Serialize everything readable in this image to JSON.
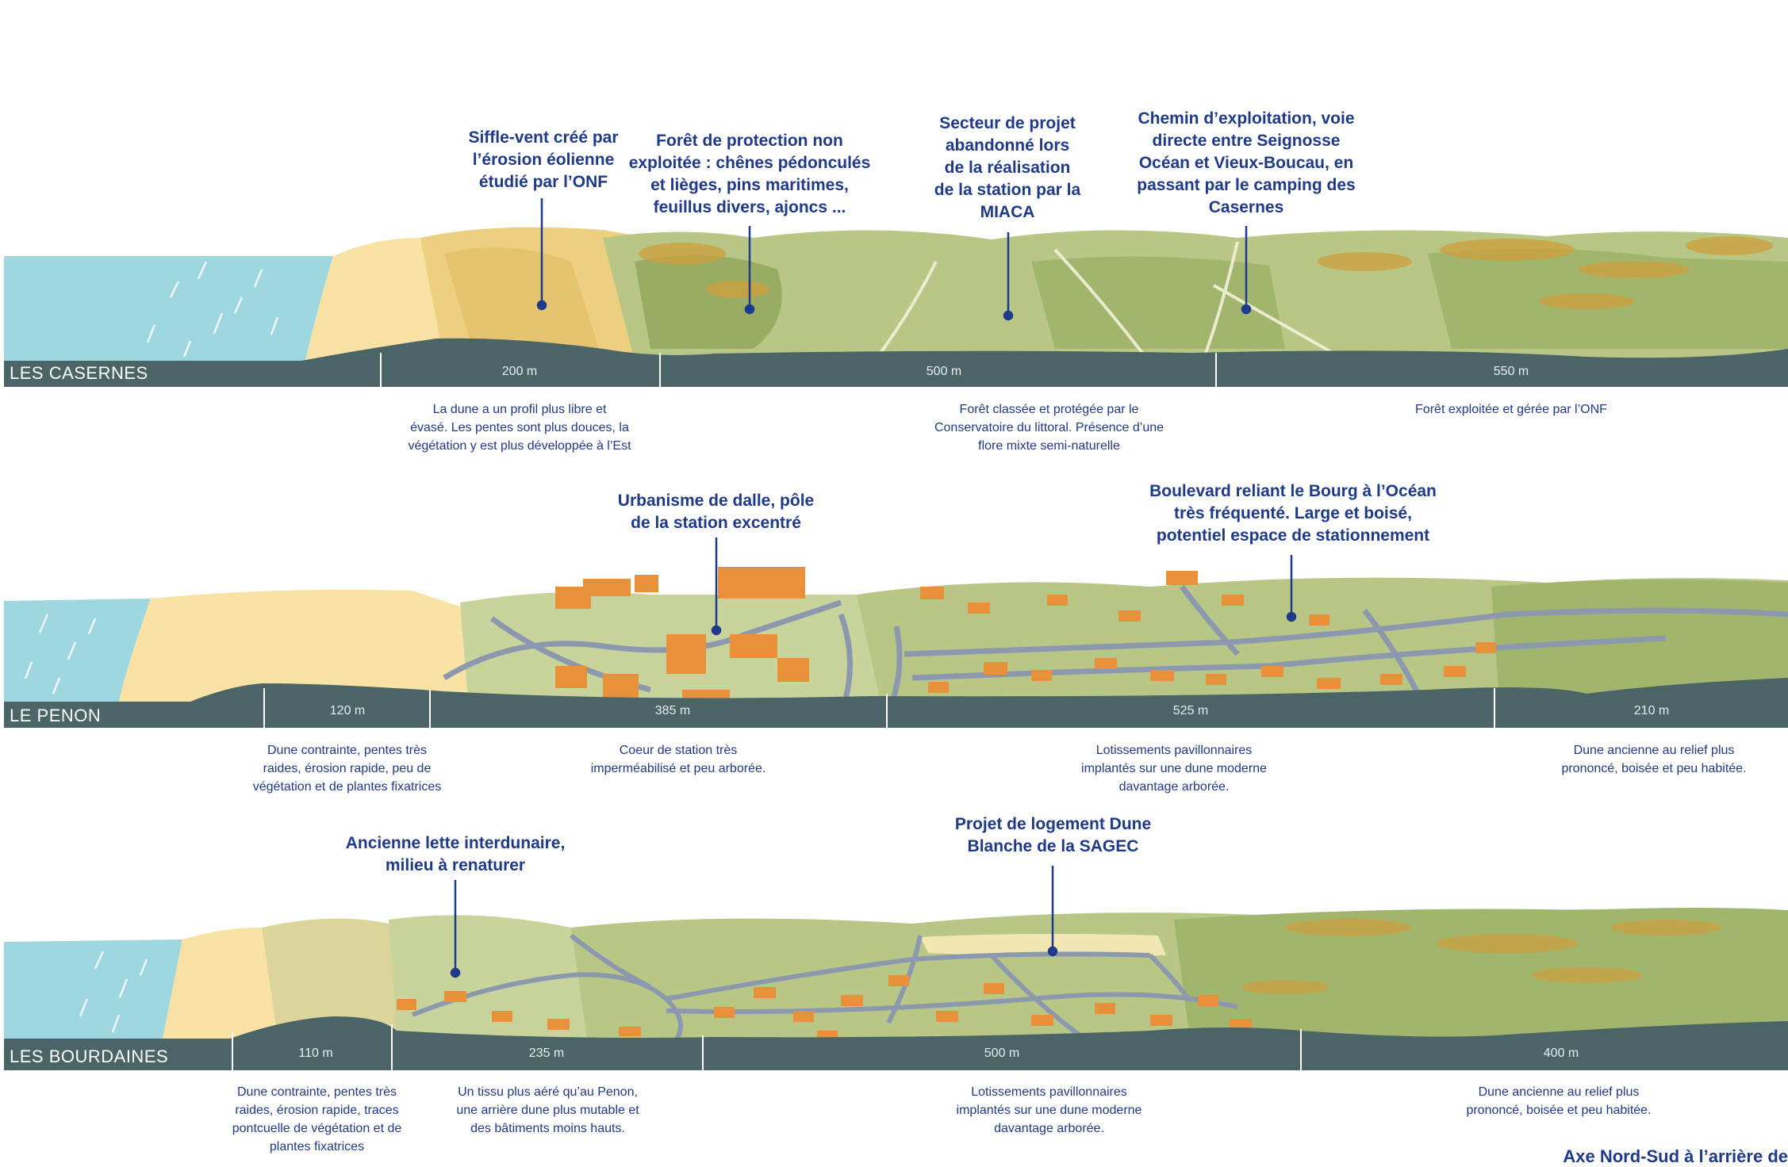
{
  "colors": {
    "sea": "#9fd7e0",
    "beach": "#f8e3a4",
    "sand": "#eccf81",
    "forest": "#b8c786",
    "forest_dark": "#98ac64",
    "gorse": "#cf9f3c",
    "ground": "#4b6466",
    "road": "#8c98ad",
    "building": "#e9903a",
    "text": "#1f3a8a"
  },
  "sections": [
    {
      "site_label": "LES CASERNES",
      "annotations": [
        {
          "text": "Siffle-vent créé par\nl’érosion éolienne\nétudié par l’ONF"
        },
        {
          "text": "Forêt de protection non\nexploitée : chênes pédonculés\net lièges, pins maritimes,\nfeuillus divers, ajoncs ..."
        },
        {
          "text": "Secteur de projet\nabandonné lors\nde la réalisation\nde la station par la\nMIACA"
        },
        {
          "text": "Chemin d’exploitation, voie\ndirecte entre Seignosse\nOcéan et Vieux-Boucau, en\npassant par le camping des\nCasernes"
        }
      ],
      "segments": [
        {
          "label": "200 m",
          "description": "La dune a un profil plus libre et\névasé. Les pentes sont plus douces, la\nvégétation y est plus développée à l’Est"
        },
        {
          "label": "500 m",
          "description": "Forêt classée et protégée par le\nConservatoire du littoral. Présence d’une\nflore mixte semi-naturelle"
        },
        {
          "label": "550 m",
          "description": "Forêt exploitée et gérée par l’ONF"
        }
      ]
    },
    {
      "site_label": "LE PENON",
      "annotations": [
        {
          "text": "Urbanisme de dalle, pôle\nde la station excentré"
        },
        {
          "text": "Boulevard reliant le Bourg à l’Océan\ntrès fréquenté. Large et boisé,\npotentiel espace de stationnement"
        }
      ],
      "segments": [
        {
          "label": "120 m",
          "description": "Dune contrainte, pentes très\nraides, érosion rapide, peu de\nvégétation et de plantes fixatrices"
        },
        {
          "label": "385 m",
          "description": "Coeur de station très\nimperméabilisé et peu arborée."
        },
        {
          "label": "525 m",
          "description": "Lotissements pavillonnaires\nimplantés sur une dune moderne\ndavantage arborée."
        },
        {
          "label": "210 m",
          "description": "Dune ancienne au relief plus\nprononcé, boisée et peu habitée."
        }
      ]
    },
    {
      "site_label": "LES BOURDAINES",
      "annotations": [
        {
          "text": "Ancienne lette interdunaire,\nmilieu à renaturer"
        },
        {
          "text": "Projet de logement Dune\nBlanche de la SAGEC"
        }
      ],
      "segments": [
        {
          "label": "110 m",
          "description": "Dune contrainte, pentes très\nraides, érosion rapide, traces\npontcuelle de végétation et de\nplantes fixatrices"
        },
        {
          "label": "235 m",
          "description": "Un tissu plus aéré qu’au Penon,\nune arrière dune plus mutable et\ndes bâtiments moins hauts."
        },
        {
          "label": "500 m",
          "description": "Lotissements pavillonnaires\nimplantés sur une dune moderne\ndavantage arborée."
        },
        {
          "label": "400 m",
          "description": "Dune ancienne au relief plus\nprononcé, boisée et peu habitée."
        }
      ]
    }
  ],
  "footer_note": "Axe Nord-Sud à l’arrière de"
}
